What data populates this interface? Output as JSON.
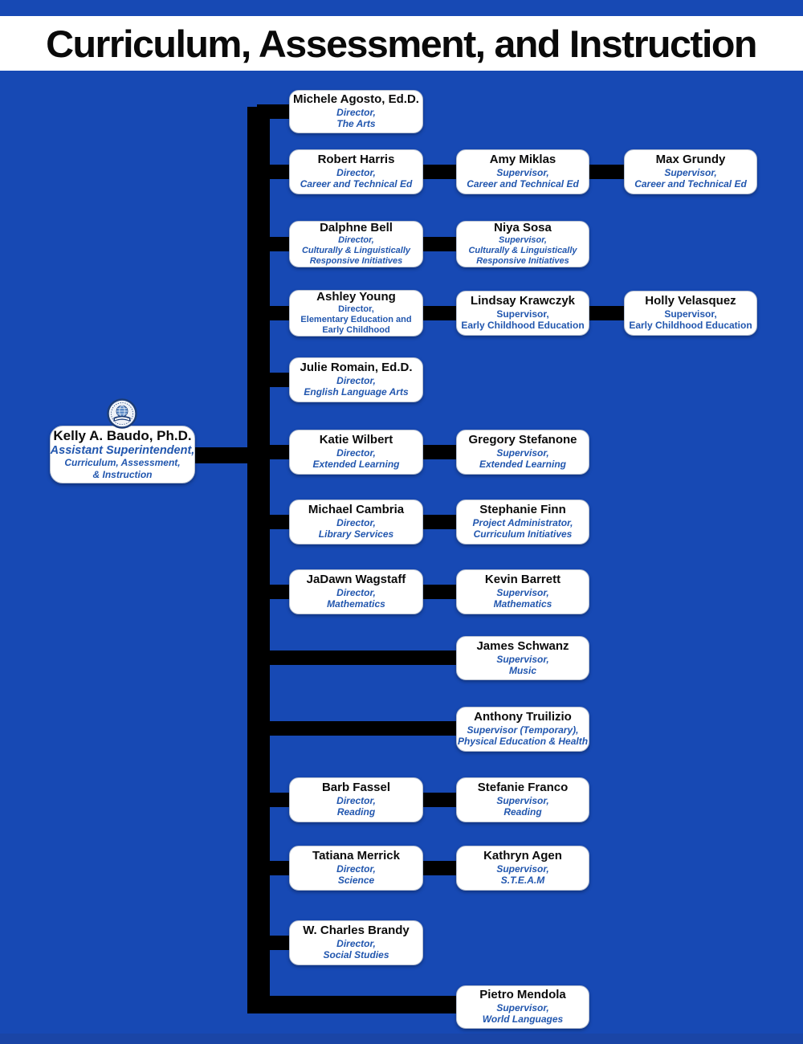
{
  "header": {
    "title": "Curriculum, Assessment, and Instruction"
  },
  "colors": {
    "background": "#1749b4",
    "connector": "#000000",
    "box_background": "#ffffff",
    "name_text": "#000000",
    "role_text": "#2156ae",
    "title_text": "#000000",
    "title_background": "#ffffff"
  },
  "icons": {
    "seal": "district-seal-icon"
  },
  "root": {
    "name": "Kelly A. Baudo, Ph.D.",
    "l1": "Assistant Superintendent,",
    "l2": "Curriculum, Assessment,",
    "l3": "& Instruction"
  },
  "nodes": {
    "michele": {
      "name": "Michele Agosto, Ed.D.",
      "l1": "Director,",
      "l2": "The Arts"
    },
    "robert": {
      "name": "Robert Harris",
      "l1": "Director,",
      "l2": "Career and Technical Ed"
    },
    "amy": {
      "name": "Amy Miklas",
      "l1": "Supervisor,",
      "l2": "Career and Technical Ed"
    },
    "max": {
      "name": "Max Grundy",
      "l1": "Supervisor,",
      "l2": "Career and Technical Ed"
    },
    "dalphne": {
      "name": "Dalphne Bell",
      "l1": "Director,",
      "l2": "Culturally & Linguistically",
      "l3": "Responsive Initiatives"
    },
    "niya": {
      "name": "Niya Sosa",
      "l1": "Supervisor,",
      "l2": "Culturally & Linguistically",
      "l3": "Responsive Initiatives"
    },
    "ashley": {
      "name": "Ashley Young",
      "l1": "Director,",
      "l2": "Elementary Education and",
      "l3": "Early Childhood"
    },
    "lindsay": {
      "name": "Lindsay Krawczyk",
      "l1": "Supervisor,",
      "l2": "Early Childhood Education"
    },
    "holly": {
      "name": "Holly Velasquez",
      "l1": "Supervisor,",
      "l2": "Early Childhood Education"
    },
    "julie": {
      "name": "Julie Romain, Ed.D.",
      "l1": "Director,",
      "l2": "English Language Arts"
    },
    "katie": {
      "name": "Katie Wilbert",
      "l1": "Director,",
      "l2": "Extended Learning"
    },
    "gregory": {
      "name": "Gregory Stefanone",
      "l1": "Supervisor,",
      "l2": "Extended Learning"
    },
    "michael": {
      "name": "Michael Cambria",
      "l1": "Director,",
      "l2": "Library Services"
    },
    "stephanie": {
      "name": "Stephanie Finn",
      "l1": "Project Administrator,",
      "l2": "Curriculum Initiatives"
    },
    "jadawn": {
      "name": "JaDawn Wagstaff",
      "l1": "Director,",
      "l2": "Mathematics"
    },
    "kevin": {
      "name": "Kevin Barrett",
      "l1": "Supervisor,",
      "l2": "Mathematics"
    },
    "james": {
      "name": "James Schwanz",
      "l1": "Supervisor,",
      "l2": "Music"
    },
    "anthony": {
      "name": "Anthony Truilizio",
      "l1": "Supervisor (Temporary),",
      "l2": "Physical Education & Health"
    },
    "barb": {
      "name": "Barb Fassel",
      "l1": "Director,",
      "l2": "Reading"
    },
    "stefanie": {
      "name": "Stefanie Franco",
      "l1": "Supervisor,",
      "l2": "Reading"
    },
    "tatiana": {
      "name": "Tatiana Merrick",
      "l1": "Director,",
      "l2": "Science"
    },
    "kathryn": {
      "name": "Kathryn Agen",
      "l1": "Supervisor,",
      "l2": "S.T.E.A.M"
    },
    "wcharles": {
      "name": "W. Charles Brandy",
      "l1": "Director,",
      "l2": "Social Studies"
    },
    "pietro": {
      "name": "Pietro Mendola",
      "l1": "Supervisor,",
      "l2": "World Languages"
    }
  }
}
